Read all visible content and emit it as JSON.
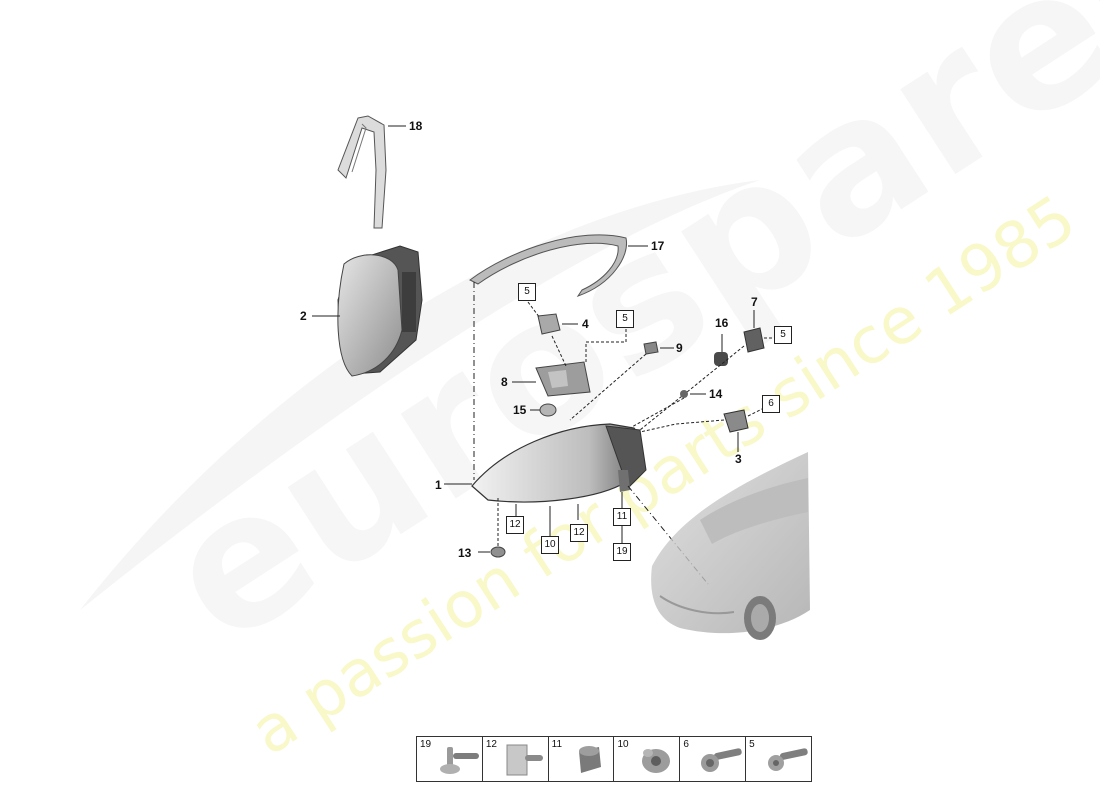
{
  "watermark": {
    "brand": "eurospares",
    "tagline": "a passion for parts since 1985"
  },
  "parts": [
    {
      "id": "label-1",
      "text": "1"
    },
    {
      "id": "label-2",
      "text": "2"
    },
    {
      "id": "label-3",
      "text": "3"
    },
    {
      "id": "label-4",
      "text": "4"
    },
    {
      "id": "label-7",
      "text": "7"
    },
    {
      "id": "label-8",
      "text": "8"
    },
    {
      "id": "label-9",
      "text": "9"
    },
    {
      "id": "label-13",
      "text": "13"
    },
    {
      "id": "label-14",
      "text": "14"
    },
    {
      "id": "label-15",
      "text": "15"
    },
    {
      "id": "label-16",
      "text": "16"
    },
    {
      "id": "label-17",
      "text": "17"
    },
    {
      "id": "label-18",
      "text": "18"
    }
  ],
  "fastener_refs": {
    "ref_5_a": "5",
    "ref_5_b": "5",
    "ref_5_c": "5",
    "ref_6": "6",
    "ref_10": "10",
    "ref_11": "11",
    "ref_12_a": "12",
    "ref_12_b": "12",
    "ref_19": "19"
  },
  "fastener_table": {
    "cells": [
      "19",
      "12",
      "11",
      "10",
      "6",
      "5"
    ],
    "icons": [
      "bolt-flange-icon",
      "clip-plate-icon",
      "sleeve-nut-icon",
      "grommet-nut-icon",
      "torx-bolt-icon",
      "screw-icon"
    ]
  },
  "colors": {
    "watermark_brand": "#cdcdcd",
    "watermark_tagline": "#eeee78",
    "line": "#222222"
  }
}
